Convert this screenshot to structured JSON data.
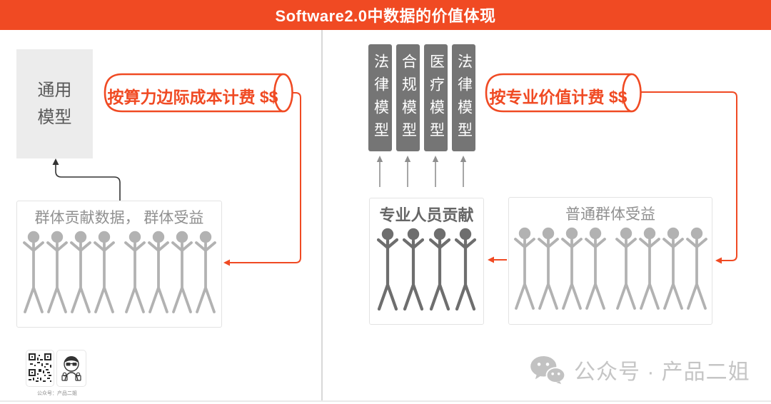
{
  "header": {
    "title": "Software2.0中数据的价值体现"
  },
  "colors": {
    "accent": "#F04A23",
    "model_column_bg": "#757575",
    "light_figure": "#b2b2b2",
    "dark_figure": "#6e6e6e"
  },
  "left_panel": {
    "general_model_label": "通用\n模型",
    "billing_label": "按算力边际成本计费 $$",
    "group_box": {
      "title": "群体贡献数据， 群体受益",
      "figure_count": 8
    }
  },
  "right_panel": {
    "model_columns": [
      "法律模型",
      "合规模型",
      "医疗模型",
      "法律模型"
    ],
    "billing_label": "按专业价值计费 $$",
    "pro_box": {
      "title": "专业人员贡献",
      "figure_count": 4
    },
    "public_box": {
      "title": "普通群体受益",
      "figure_count": 8
    }
  },
  "footer": {
    "qr_caption": "公众号：产品二姐",
    "wechat_label": "公众号 · 产品二姐"
  }
}
